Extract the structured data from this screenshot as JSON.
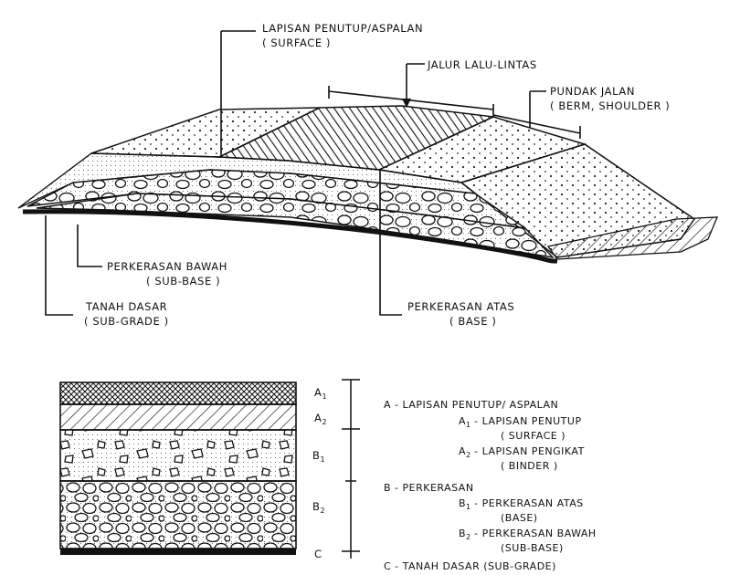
{
  "top_labels": {
    "surface": "LAPISAN PENUTUP/ASPALAN",
    "surface_en": "( SURFACE )",
    "traffic_lane": "JALUR LALU-LINTAS",
    "shoulder": "PUNDAK JALAN",
    "shoulder_en": "( BERM, SHOULDER )",
    "subbase": "PERKERASAN BAWAH",
    "subbase_en": "( SUB-BASE )",
    "subgrade": "TANAH DASAR",
    "subgrade_en": "( SUB-GRADE )",
    "base": "PERKERASAN ATAS",
    "base_en": "( BASE )"
  },
  "layer_tags": {
    "a1": "A",
    "a1_sub": "1",
    "a2": "A",
    "a2_sub": "2",
    "b1": "B",
    "b1_sub": "1",
    "b2": "B",
    "b2_sub": "2",
    "c": "C"
  },
  "legend": {
    "a_line": "A - LAPISAN PENUTUP/ ASPALAN",
    "a1_key": "A",
    "a1_key_sub": "1",
    "a1_text": "- LAPISAN PENUTUP",
    "a1_en": "( SURFACE )",
    "a2_key": "A",
    "a2_key_sub": "2",
    "a2_text": "- LAPISAN PENGIKAT",
    "a2_en": "( BINDER )",
    "b_line": "B - PERKERASAN",
    "b1_key": "B",
    "b1_key_sub": "1",
    "b1_text": "- PERKERASAN ATAS",
    "b1_en": "(BASE)",
    "b2_key": "B",
    "b2_key_sub": "2",
    "b2_text": "- PERKERASAN BAWAH",
    "b2_en": "(SUB-BASE)",
    "c_line": "C - TANAH DASAR (SUB-GRADE)"
  }
}
